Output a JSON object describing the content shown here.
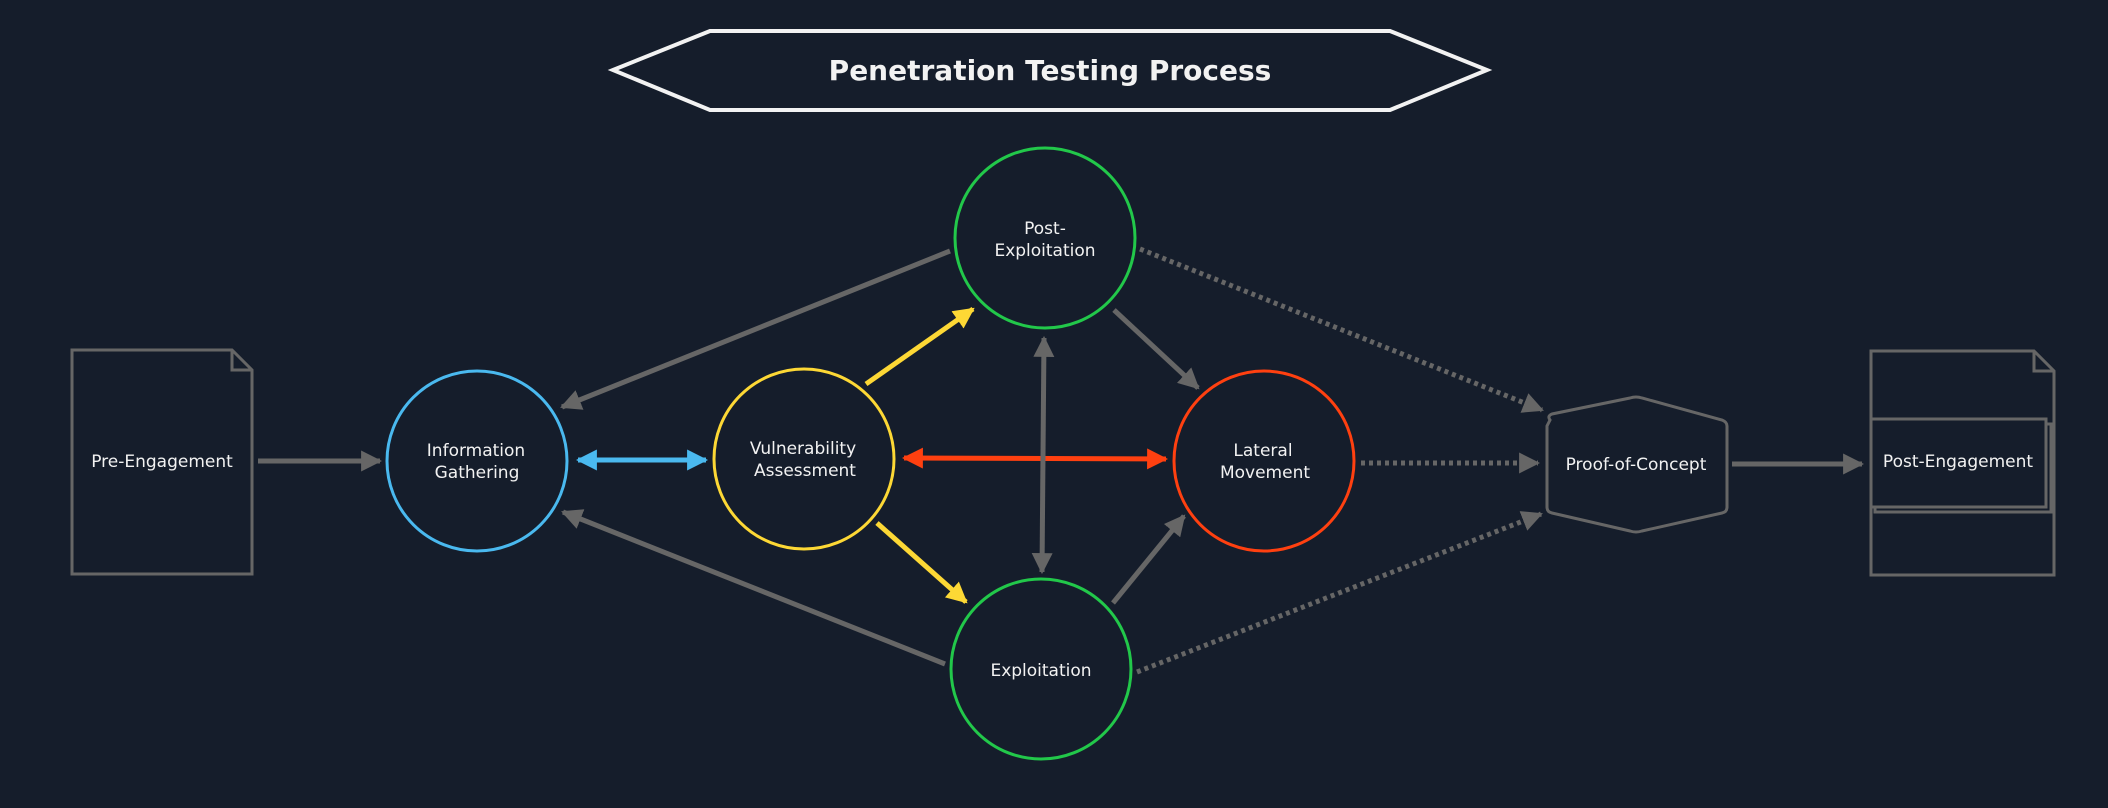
{
  "title": "Penetration Testing Process",
  "colors": {
    "background": "#151d2b",
    "gray": "#666666",
    "blue": "#4ab9ef",
    "yellow": "#fdd835",
    "green": "#22c84a",
    "orange": "#ff4010",
    "text": "#f2f2f2",
    "title_border": "#f2f2f2"
  },
  "nodes": [
    {
      "id": "pre-engagement",
      "lines": [
        "Pre-Engagement"
      ],
      "shape": "document",
      "color": "gray"
    },
    {
      "id": "information-gathering",
      "lines": [
        "Information",
        "Gathering"
      ],
      "shape": "circle",
      "color": "blue"
    },
    {
      "id": "vulnerability-assessment",
      "lines": [
        "Vulnerability",
        "Assessment"
      ],
      "shape": "circle",
      "color": "yellow"
    },
    {
      "id": "post-exploitation",
      "lines": [
        "Post-",
        "Exploitation"
      ],
      "shape": "circle",
      "color": "green"
    },
    {
      "id": "exploitation",
      "lines": [
        "Exploitation"
      ],
      "shape": "circle",
      "color": "green"
    },
    {
      "id": "lateral-movement",
      "lines": [
        "Lateral",
        "Movement"
      ],
      "shape": "circle",
      "color": "orange"
    },
    {
      "id": "proof-of-concept",
      "lines": [
        "Proof-of-Concept"
      ],
      "shape": "hexagon",
      "color": "gray"
    },
    {
      "id": "post-engagement",
      "lines": [
        "Post-Engagement"
      ],
      "shape": "multi-document",
      "color": "gray"
    }
  ],
  "edges": [
    {
      "from": "pre-engagement",
      "to": "information-gathering",
      "color": "gray",
      "style": "solid",
      "direction": "forward"
    },
    {
      "from": "information-gathering",
      "to": "vulnerability-assessment",
      "color": "blue",
      "style": "solid",
      "direction": "both"
    },
    {
      "from": "vulnerability-assessment",
      "to": "post-exploitation",
      "color": "yellow",
      "style": "solid",
      "direction": "forward"
    },
    {
      "from": "vulnerability-assessment",
      "to": "exploitation",
      "color": "yellow",
      "style": "solid",
      "direction": "forward"
    },
    {
      "from": "lateral-movement",
      "to": "vulnerability-assessment",
      "color": "orange",
      "style": "solid",
      "direction": "both"
    },
    {
      "from": "post-exploitation",
      "to": "information-gathering",
      "color": "gray",
      "style": "solid",
      "direction": "forward"
    },
    {
      "from": "exploitation",
      "to": "information-gathering",
      "color": "gray",
      "style": "solid",
      "direction": "forward"
    },
    {
      "from": "post-exploitation",
      "to": "exploitation",
      "color": "gray",
      "style": "solid",
      "direction": "both"
    },
    {
      "from": "post-exploitation",
      "to": "lateral-movement",
      "color": "gray",
      "style": "solid",
      "direction": "forward"
    },
    {
      "from": "exploitation",
      "to": "lateral-movement",
      "color": "gray",
      "style": "solid",
      "direction": "forward"
    },
    {
      "from": "post-exploitation",
      "to": "proof-of-concept",
      "color": "gray",
      "style": "dotted",
      "direction": "forward"
    },
    {
      "from": "lateral-movement",
      "to": "proof-of-concept",
      "color": "gray",
      "style": "dotted",
      "direction": "forward"
    },
    {
      "from": "exploitation",
      "to": "proof-of-concept",
      "color": "gray",
      "style": "dotted",
      "direction": "forward"
    },
    {
      "from": "proof-of-concept",
      "to": "post-engagement",
      "color": "gray",
      "style": "solid",
      "direction": "forward"
    }
  ]
}
